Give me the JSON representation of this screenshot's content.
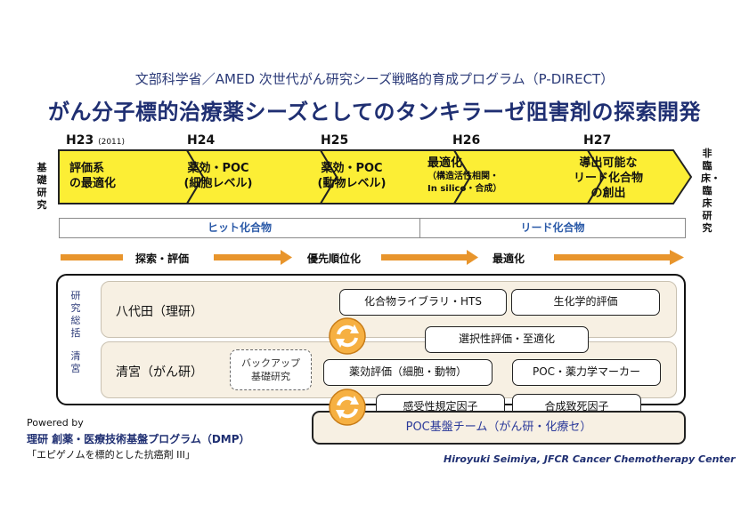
{
  "header": {
    "subtitle": "文部科学省／AMED 次世代がん研究シーズ戦略的育成プログラム（P-DIRECT）",
    "title": "がん分子標的治療薬シーズとしてのタンキラーゼ阻害剤の探索開発"
  },
  "timeline": {
    "years": [
      {
        "label": "H23",
        "note": "(2011)"
      },
      {
        "label": "H24",
        "note": ""
      },
      {
        "label": "H25",
        "note": ""
      },
      {
        "label": "H26",
        "note": ""
      },
      {
        "label": "H27",
        "note": ""
      }
    ],
    "left_side": "基礎研究",
    "right_side": "非臨床・臨床研究",
    "stages": [
      {
        "line1": "評価系",
        "line2": "の最適化",
        "line3": ""
      },
      {
        "line1": "薬効・POC",
        "line2": "(細胞レベル)",
        "line3": ""
      },
      {
        "line1": "薬効・POC",
        "line2": "(動物レベル)",
        "line3": ""
      },
      {
        "line1": "最適化",
        "line2": "（構造活性相関・",
        "line3": "In silico・合成）"
      },
      {
        "line1": "導出可能な",
        "line2": "リード化合物",
        "line3": "の創出"
      }
    ],
    "compound_bars": {
      "hit": "ヒット化合物",
      "lead": "リード化合物"
    },
    "phases": [
      "探索・評価",
      "優先順位化",
      "最適化"
    ]
  },
  "organization": {
    "side_top": "研究総括",
    "side_bottom": "清宮",
    "labs": {
      "yashiroda": "八代田（理研）",
      "seimiya": "清宮（がん研）"
    },
    "backup": {
      "line1": "バックアップ",
      "line2": "基礎研究"
    },
    "tasks": {
      "library": "化合物ライブラリ・HTS",
      "biochem": "生化学的評価",
      "selectivity": "選択性評価・至適化",
      "efficacy": "薬効評価（細胞・動物）",
      "poc_marker": "POC・薬力学マーカー",
      "sensitivity": "感受性規定因子",
      "synthetic_lethal": "合成致死因子"
    },
    "poc_team": "POC基盤チーム（がん研・化療セ）"
  },
  "footer": {
    "powered_by": "Powered by",
    "dmp": "理研 創薬・医療技術基盤プログラム（DMP）",
    "project": "「エピゲノムを標的とした抗癌剤 III」",
    "credit": "Hiroyuki Seimiya, JFCR Cancer Chemotherapy Center"
  },
  "colors": {
    "chevron_fill": "#fcee35",
    "chevron_stroke": "#222222",
    "arrow_orange": "#e8952c",
    "title_navy": "#1f2f72",
    "band_fill": "#f7f0e3",
    "bar_text_blue": "#2b5aa8"
  },
  "icons": [
    "cycle-arrows-icon",
    "cycle-arrows-icon"
  ]
}
